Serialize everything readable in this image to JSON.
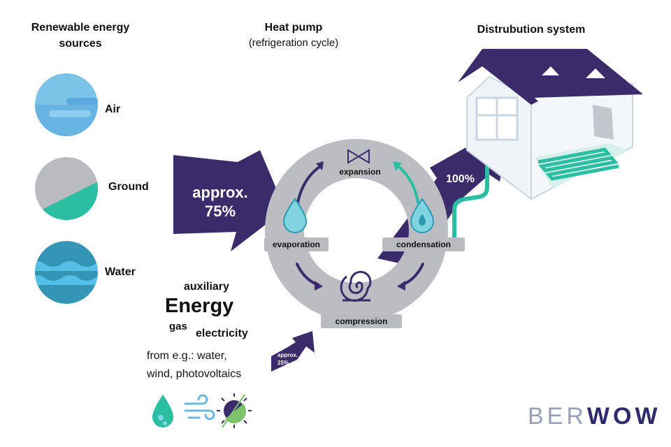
{
  "headers": {
    "sources_title_line1": "Renewable energy",
    "sources_title_line2": "sources",
    "heatpump_title": "Heat pump",
    "heatpump_subtitle": "(refrigeration cycle)",
    "distribution_title": "Distrubution system"
  },
  "sources": [
    {
      "label": "Air",
      "icon": "air-circle"
    },
    {
      "label": "Ground",
      "icon": "ground-circle"
    },
    {
      "label": "Water",
      "icon": "water-circle"
    }
  ],
  "main_arrow": {
    "line1": "approx.",
    "line2": "75%"
  },
  "output_arrow": {
    "label": "100%"
  },
  "cycle": {
    "expansion": "expansion",
    "evaporation": "evaporation",
    "condensation": "condensation",
    "compression": "compression"
  },
  "auxiliary": {
    "line1": "auxiliary",
    "big": "Energy",
    "gas": "gas",
    "electricity": "electricity",
    "from_line1": "from e.g.: water,",
    "from_line2": "wind, photovoltaics",
    "arrow_line1": "approx.",
    "arrow_line2": "25%"
  },
  "bottom_icons": [
    "water-drop-icon",
    "wind-icon",
    "sun-icon"
  ],
  "logo": {
    "text_light": "BER",
    "text_bold": "WOW"
  },
  "colors": {
    "purple": "#3a2c6b",
    "teal": "#2bbea2",
    "ring_gray": "#bbbdc2",
    "air_blue": "#6cb8e4",
    "water_blue": "#3595b5"
  }
}
